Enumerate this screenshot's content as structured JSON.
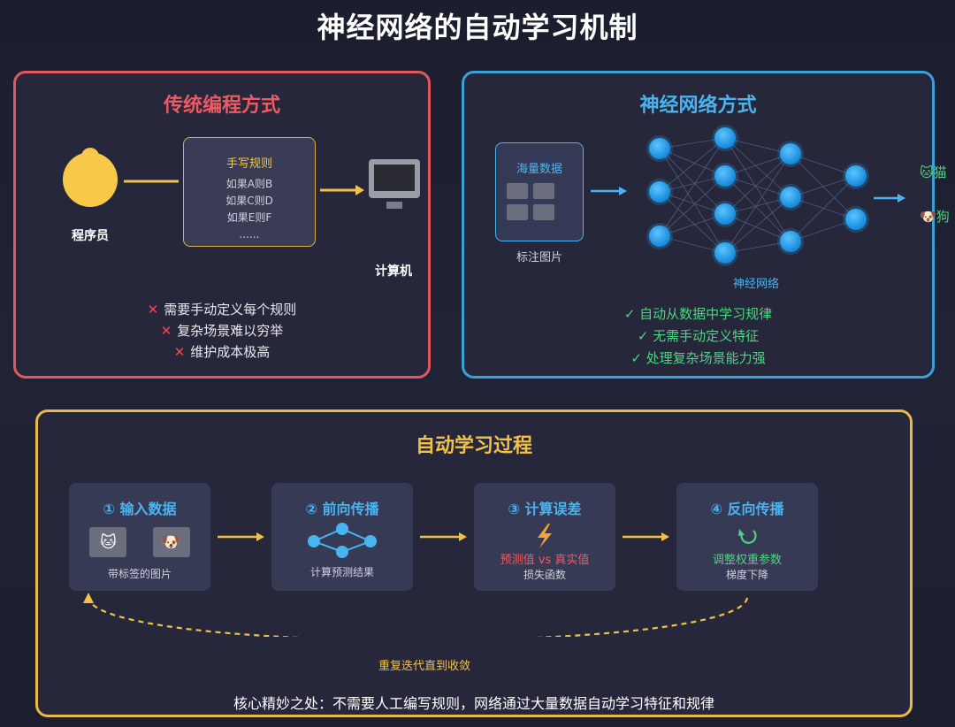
{
  "title": "神经网络的自动学习机制",
  "traditional": {
    "title": "传统编程方式",
    "programmer_label": "程序员",
    "rules_title": "手写规则",
    "rules": [
      "如果A则B",
      "如果C则D",
      "如果E则F",
      "......"
    ],
    "computer_label": "计算机",
    "issues": [
      "需要手动定义每个规则",
      "复杂场景难以穷举",
      "维护成本极高"
    ],
    "issue_mark": "✕"
  },
  "neural": {
    "title": "神经网络方式",
    "data_title": "海量数据",
    "data_caption": "标注图片",
    "network_caption": "神经网络",
    "outputs": [
      {
        "icon": "🐱",
        "label": "猫"
      },
      {
        "icon": "🐶",
        "label": "狗"
      }
    ],
    "benefits": [
      "✓ 自动从数据中学习规律",
      "✓ 无需手动定义特征",
      "✓ 处理复杂场景能力强"
    ]
  },
  "process": {
    "title": "自动学习过程",
    "steps": [
      {
        "title": "① 输入数据",
        "sub": "带标签的图片"
      },
      {
        "title": "② 前向传播",
        "sub": "计算预测结果"
      },
      {
        "title": "③ 计算误差",
        "sub_highlight": "预测值 vs 真实值",
        "sub": "损失函数"
      },
      {
        "title": "④ 反向传播",
        "sub_highlight": "调整权重参数",
        "sub": "梯度下降"
      }
    ],
    "thumbs": [
      "🐱",
      "🐶"
    ],
    "loop_label": "重复迭代直到收敛",
    "core": "核心精妙之处：不需要人工编写规则，网络通过大量数据自动学习特征和规律"
  },
  "colors": {
    "red": "#e0575c",
    "blue": "#3aa0d8",
    "gold": "#e8b84a",
    "green": "#4ed381",
    "node": "#1e9be6"
  }
}
